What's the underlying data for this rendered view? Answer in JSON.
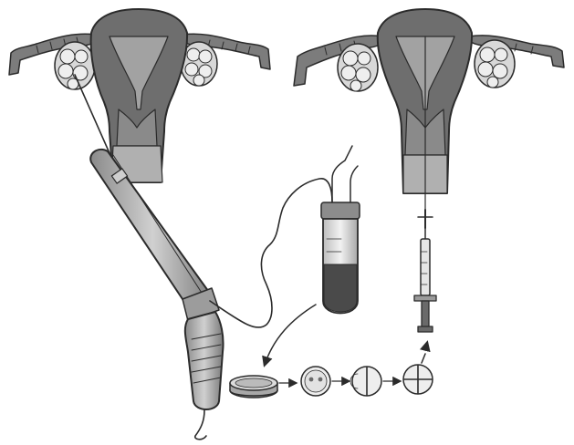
{
  "figure": {
    "kind": "medical-illustration",
    "style": "grayscale pen-and-ink",
    "text_labels": [],
    "colors": {
      "tissue_dark": "#6e6e6e",
      "tissue_mid": "#9a9a9a",
      "tissue_light": "#c8c8c8",
      "ink": "#2b2b2b",
      "background": "#ffffff",
      "blood": "#4a4a4a"
    },
    "panels": [
      {
        "id": "retrieval",
        "shows": [
          "uterus",
          "ovary-left",
          "ovary-right",
          "fallopian-tubes",
          "ultrasound-probe",
          "aspiration-needle",
          "collection-tube"
        ]
      },
      {
        "id": "transfer",
        "shows": [
          "uterus",
          "ovary-left",
          "ovary-right",
          "fallopian-tubes",
          "transfer-catheter",
          "syringe"
        ]
      }
    ],
    "culture_sequence": [
      "petri-dish",
      "zygote",
      "two-cell-embryo",
      "four-cell-embryo"
    ]
  }
}
